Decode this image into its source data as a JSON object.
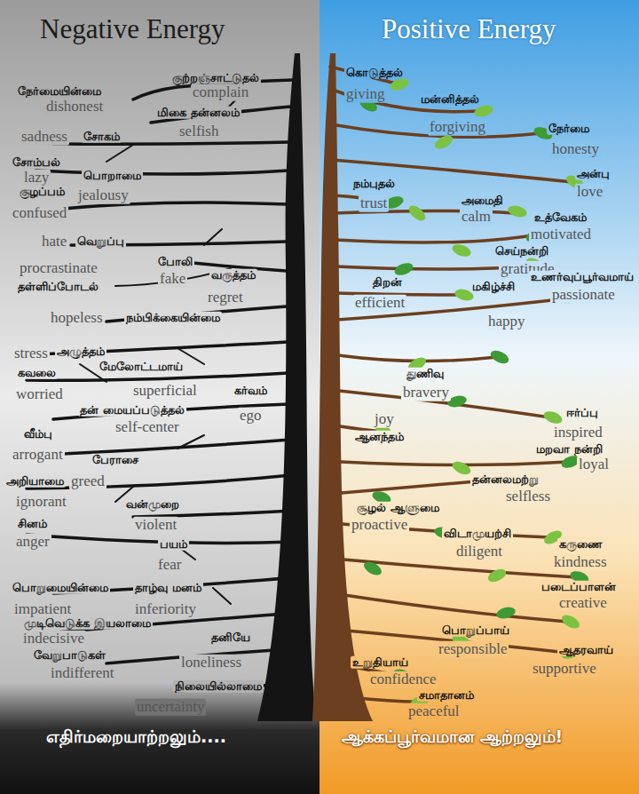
{
  "diagram": {
    "nodes": [
      {
        "text": [
          "Negative Energy",
          "எதிர்மறையாற்றலும்...."
        ]
      },
      {
        "text": [
          "Positive Energy",
          "ஆக்கப்பூர்வமான ஆற்றலும்!"
        ]
      }
    ],
    "labels": [
      "நேர்மையின்மை",
      "dishonest",
      "குற்றஞ்சாட்டுதல்",
      "complain",
      "மிகை தன்னலம்",
      "selfish",
      "sadness",
      "சோகம்",
      "சோம்பல்",
      "lazy",
      "பொறாமை",
      "குழப்பம்",
      "jealousy",
      "confused",
      "hate",
      "வெறுப்பு",
      "போலி",
      "procrastinate",
      "fake",
      "வருத்தம்",
      "தள்ளிப்போடல்",
      "regret",
      "hopeless",
      "நம்பிக்கையின்மை",
      "stress",
      "அழுத்தம்",
      "மேலோட்டமாய்",
      "கவலை",
      "superficial",
      "கர்வம்",
      "worried",
      "தன் மையப்படுத்தல்",
      "ego",
      "self-center",
      "வீம்பு",
      "arrogant",
      "பேராசை",
      "அறியாமை",
      "greed",
      "ignorant",
      "வன்முறை",
      "சினம்",
      "violent",
      "anger",
      "பயம்",
      "fear",
      "பொறுமையின்மை",
      "தாழ்வு மனம்",
      "impatient",
      "inferiority",
      "முடிவெடுக்க இயலாமை",
      "indecisive",
      "தனியே",
      "வேறுபாடுகள்",
      "loneliness",
      "indifferent",
      "நிலையில்லாமை",
      "uncertainty",
      "கொடுத்தல்",
      "giving",
      "மன்னித்தல்",
      "forgiving",
      "நேர்மை",
      "honesty",
      "அன்பு",
      "நம்புதல்",
      "love",
      "அமைதி",
      "trust",
      "calm",
      "உத்வேகம்",
      "motivated",
      "செய்நன்றி",
      "gratitude",
      "உணர்வுப்பூர்வமாய்",
      "திறன்",
      "மகிழ்ச்சி",
      "passionate",
      "efficient",
      "happy",
      "துணிவு",
      "bravery",
      "ஈர்ப்பு",
      "joy",
      "inspired",
      "ஆனந்தம்",
      "மறவா நன்றி",
      "loyal",
      "தன்னலமற்று",
      "selfless",
      "சூழல் ஆளுமை",
      "proactive",
      "விடாமுயற்சி",
      "கருணை",
      "diligent",
      "kindness",
      "படைப்பாளன்",
      "creative",
      "பொறுப்பாய்",
      "responsible",
      "ஆதரவாய்",
      "உறுதியாய்",
      "supportive",
      "confidence",
      "சமாதானம்",
      "peaceful"
    ]
  }
}
